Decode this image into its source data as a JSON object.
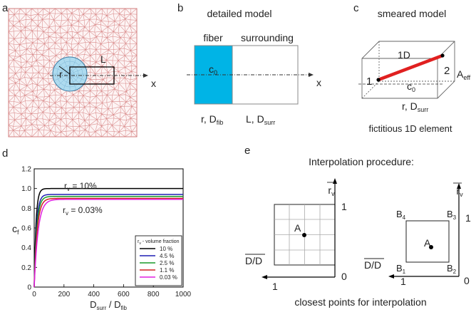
{
  "panel_a": {
    "label": "a",
    "fiber_label": "r",
    "length_label": "L",
    "axis_label": "x",
    "colors": {
      "mesh": "#d98b8b",
      "fiber": "#aedbef",
      "fiber_edge": "#3a7ca5",
      "fiber_mesh": "#7fb6d6"
    }
  },
  "panel_b": {
    "label": "b",
    "title": "detailed model",
    "fiber_title": "fiber",
    "surround_title": "surrounding",
    "concentration": "c",
    "concentration_sub": "0",
    "axis_label": "x",
    "fiber_params": {
      "main": "r, D",
      "sub": "fib"
    },
    "surround_params": {
      "main": "L, D",
      "sub": "surr"
    },
    "colors": {
      "fiber": "#00b4e6"
    }
  },
  "panel_c": {
    "label": "c",
    "title": "smeared model",
    "element_label": "1D",
    "node1": "1",
    "node2": "2",
    "area": {
      "main": "A",
      "sub": "eff"
    },
    "concentration": "c",
    "concentration_sub": "0",
    "params": {
      "main": "r, D",
      "sub": "surr"
    },
    "caption": "fictitious 1D element",
    "colors": {
      "element": "#e02020"
    }
  },
  "panel_d": {
    "label": "d",
    "annotation_top": {
      "main": "r",
      "sub": "v",
      "rest": " = 10%"
    },
    "annotation_bottom": {
      "main": "r",
      "sub": "v",
      "rest": " = 0.03%"
    },
    "legend_title": {
      "main": "r",
      "sub": "v",
      "rest": " - volume fraction"
    },
    "ylabel": {
      "main": "c",
      "sub": "f"
    },
    "xlabel": {
      "a": "D",
      "a_sub": "surr",
      "mid": " / D",
      "b_sub": "fib"
    }
  },
  "chart_data": {
    "type": "line",
    "xlim": [
      0,
      1000
    ],
    "ylim": [
      0,
      1.2
    ],
    "x_ticks": [
      "0",
      "200",
      "400",
      "600",
      "800",
      "1000"
    ],
    "y_ticks": [
      "0",
      "0.2",
      "0.4",
      "0.6",
      "0.8",
      "1.0",
      "1.2"
    ],
    "legend_position": "bottom-right",
    "grid": false,
    "series": [
      {
        "name": "10 %",
        "color": "#000000",
        "plateau": 1.0,
        "k": 12,
        "x": [
          0,
          10,
          25,
          50,
          100,
          200,
          400,
          600,
          800,
          1000
        ],
        "y": [
          0,
          0.57,
          0.88,
          0.98,
          1.0,
          1.0,
          1.0,
          1.0,
          1.0,
          1.0
        ]
      },
      {
        "name": "4.5 %",
        "color": "#1f1fb4",
        "plateau": 0.94,
        "k": 15,
        "x": [
          0,
          10,
          25,
          50,
          100,
          200,
          400,
          600,
          800,
          1000
        ],
        "y": [
          0,
          0.46,
          0.76,
          0.9,
          0.94,
          0.94,
          0.94,
          0.94,
          0.94,
          0.94
        ]
      },
      {
        "name": "2.5 %",
        "color": "#1a9a2a",
        "plateau": 0.92,
        "k": 17,
        "x": [
          0,
          10,
          25,
          50,
          100,
          200,
          400,
          600,
          800,
          1000
        ],
        "y": [
          0,
          0.42,
          0.72,
          0.87,
          0.92,
          0.92,
          0.92,
          0.92,
          0.92,
          0.92
        ]
      },
      {
        "name": "1.1 %",
        "color": "#d22020",
        "plateau": 0.9,
        "k": 20,
        "x": [
          0,
          10,
          25,
          50,
          100,
          200,
          400,
          600,
          800,
          1000
        ],
        "y": [
          0,
          0.36,
          0.65,
          0.83,
          0.9,
          0.9,
          0.9,
          0.9,
          0.9,
          0.9
        ]
      },
      {
        "name": "0.03 %",
        "color": "#e020e0",
        "plateau": 0.89,
        "k": 26,
        "x": [
          0,
          10,
          25,
          50,
          100,
          200,
          400,
          600,
          800,
          1000
        ],
        "y": [
          0,
          0.29,
          0.55,
          0.77,
          0.87,
          0.89,
          0.89,
          0.89,
          0.89,
          0.89
        ]
      }
    ]
  },
  "panel_e": {
    "label": "e",
    "title": "Interpolation  procedure:",
    "caption": "closest points for interpolation",
    "ratio_label": "D/D",
    "rv_axis": {
      "main": "r",
      "sub": "v"
    },
    "point": "A",
    "tick_one": "1",
    "tick_zero": "0",
    "corner_b1": {
      "main": "B",
      "sub": "1"
    },
    "corner_b2": {
      "main": "B",
      "sub": "2"
    },
    "corner_b3": {
      "main": "B",
      "sub": "3"
    },
    "corner_b4": {
      "main": "B",
      "sub": "4"
    }
  }
}
